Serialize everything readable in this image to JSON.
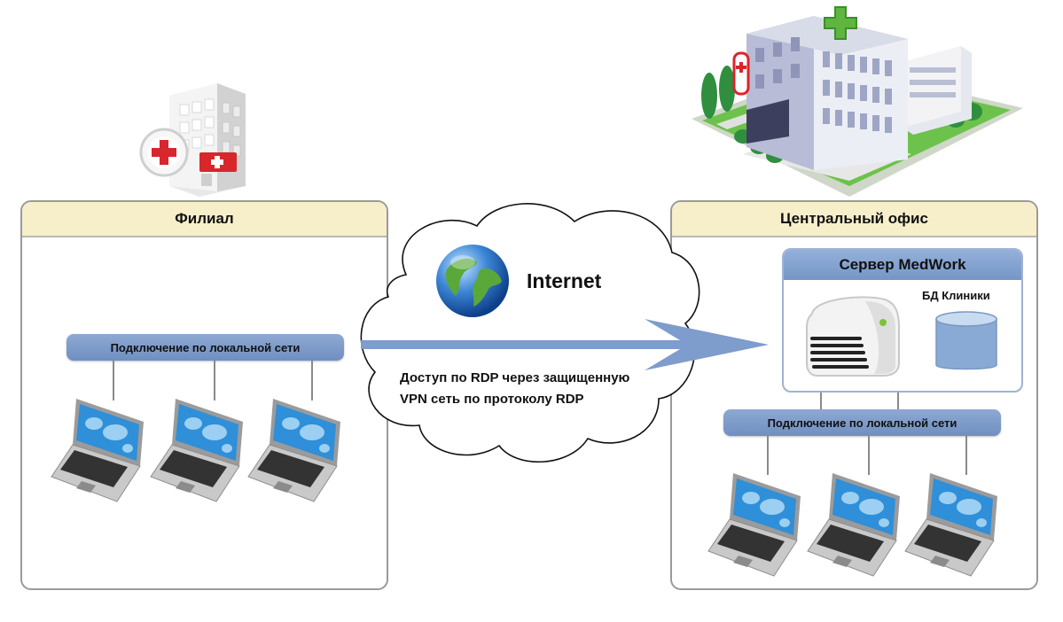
{
  "branch": {
    "title": "Филиал",
    "lan_label": "Подключение по локальной сети"
  },
  "central": {
    "title": "Центральный офис",
    "server_title": "Сервер MedWork",
    "db_label": "БД Клиники",
    "lan_label": "Подключение по локальной сети"
  },
  "cloud": {
    "label": "Internet",
    "caption_line1": "Доступ по RDP через защищенную",
    "caption_line2": "VPN сеть по протоколу RDP"
  },
  "colors": {
    "panel_header": "#f6efc9",
    "lan_bar": "#7f9bca",
    "arrow": "#7e9ccc",
    "server_header": "#7f9fcf",
    "db": "#8aaad6"
  },
  "icons": [
    "branch-building-icon",
    "hospital-building-icon",
    "globe-icon",
    "server-icon",
    "database-icon",
    "laptop-icon"
  ]
}
